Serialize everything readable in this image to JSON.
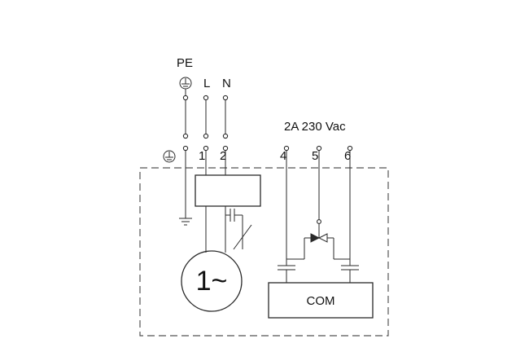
{
  "diagram": {
    "supply_labels": {
      "pe": "PE",
      "l": "L",
      "n": "N"
    },
    "rating": "2A 230 Vac",
    "terminal_numbers": {
      "t1": "1",
      "t2": "2",
      "t4": "4",
      "t5": "5",
      "t6": "6"
    },
    "motor_label": "1~",
    "com_label": "COM"
  }
}
